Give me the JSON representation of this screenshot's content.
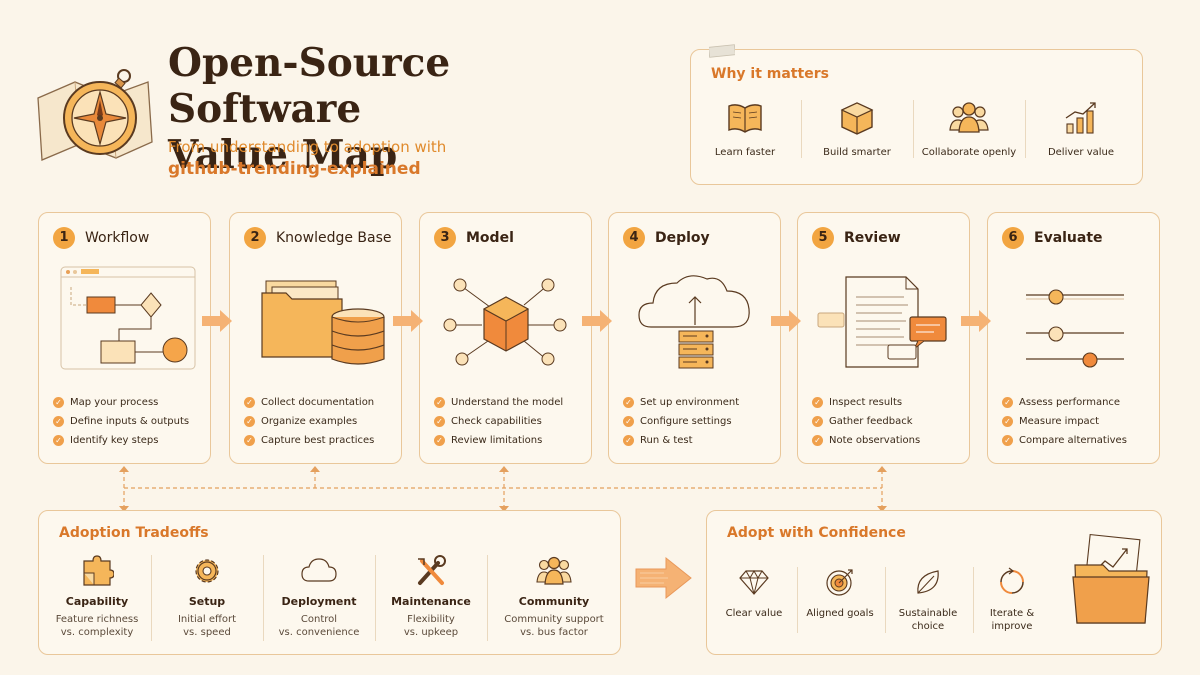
{
  "header": {
    "title_line1": "Open-Source Software",
    "title_line2": "Value Map",
    "subtitle": "From understanding to adoption with",
    "subtitle_bold": "github-trending-explained"
  },
  "why": {
    "title": "Why it matters",
    "items": [
      {
        "label": "Learn faster",
        "icon": "book-icon"
      },
      {
        "label": "Build smarter",
        "icon": "cube-icon"
      },
      {
        "label": "Collaborate openly",
        "icon": "people-icon"
      },
      {
        "label": "Deliver value",
        "icon": "bar-growth-icon"
      }
    ]
  },
  "steps": [
    {
      "num": "1",
      "title": "Workflow",
      "bullets": [
        "Map your process",
        "Define inputs & outputs",
        "Identify key steps"
      ]
    },
    {
      "num": "2",
      "title": "Knowledge Base",
      "bullets": [
        "Collect documentation",
        "Organize examples",
        "Capture best practices"
      ]
    },
    {
      "num": "3",
      "title": "Model",
      "bullets": [
        "Understand the model",
        "Check capabilities",
        "Review limitations"
      ]
    },
    {
      "num": "4",
      "title": "Deploy",
      "bullets": [
        "Set up environment",
        "Configure settings",
        "Run & test"
      ]
    },
    {
      "num": "5",
      "title": "Review",
      "bullets": [
        "Inspect results",
        "Gather feedback",
        "Note observations"
      ]
    },
    {
      "num": "6",
      "title": "Evaluate",
      "bullets": [
        "Assess performance",
        "Measure impact",
        "Compare alternatives"
      ]
    }
  ],
  "tradeoffs": {
    "title": "Adoption Tradeoffs",
    "items": [
      {
        "name": "Capability",
        "desc1": "Feature richness",
        "desc2": "vs. complexity",
        "icon": "puzzle-icon"
      },
      {
        "name": "Setup",
        "desc1": "Initial effort",
        "desc2": "vs. speed",
        "icon": "gear-icon"
      },
      {
        "name": "Deployment",
        "desc1": "Control",
        "desc2": "vs. convenience",
        "icon": "cloud-icon"
      },
      {
        "name": "Maintenance",
        "desc1": "Flexibility",
        "desc2": "vs. upkeep",
        "icon": "tools-icon"
      },
      {
        "name": "Community",
        "desc1": "Community support",
        "desc2": "vs. bus factor",
        "icon": "people-icon"
      }
    ]
  },
  "confidence": {
    "title": "Adopt with Confidence",
    "items": [
      {
        "label": "Clear value",
        "icon": "diamond-icon"
      },
      {
        "label": "Aligned goals",
        "icon": "target-icon"
      },
      {
        "label": "Sustainable choice",
        "icon": "leaf-icon"
      },
      {
        "label": "Iterate & improve",
        "icon": "cycle-icon"
      }
    ]
  },
  "colors": {
    "accent": "#f2a541",
    "accent_dark": "#d9782a",
    "border": "#e9c79a",
    "background": "#fbf5ea"
  }
}
